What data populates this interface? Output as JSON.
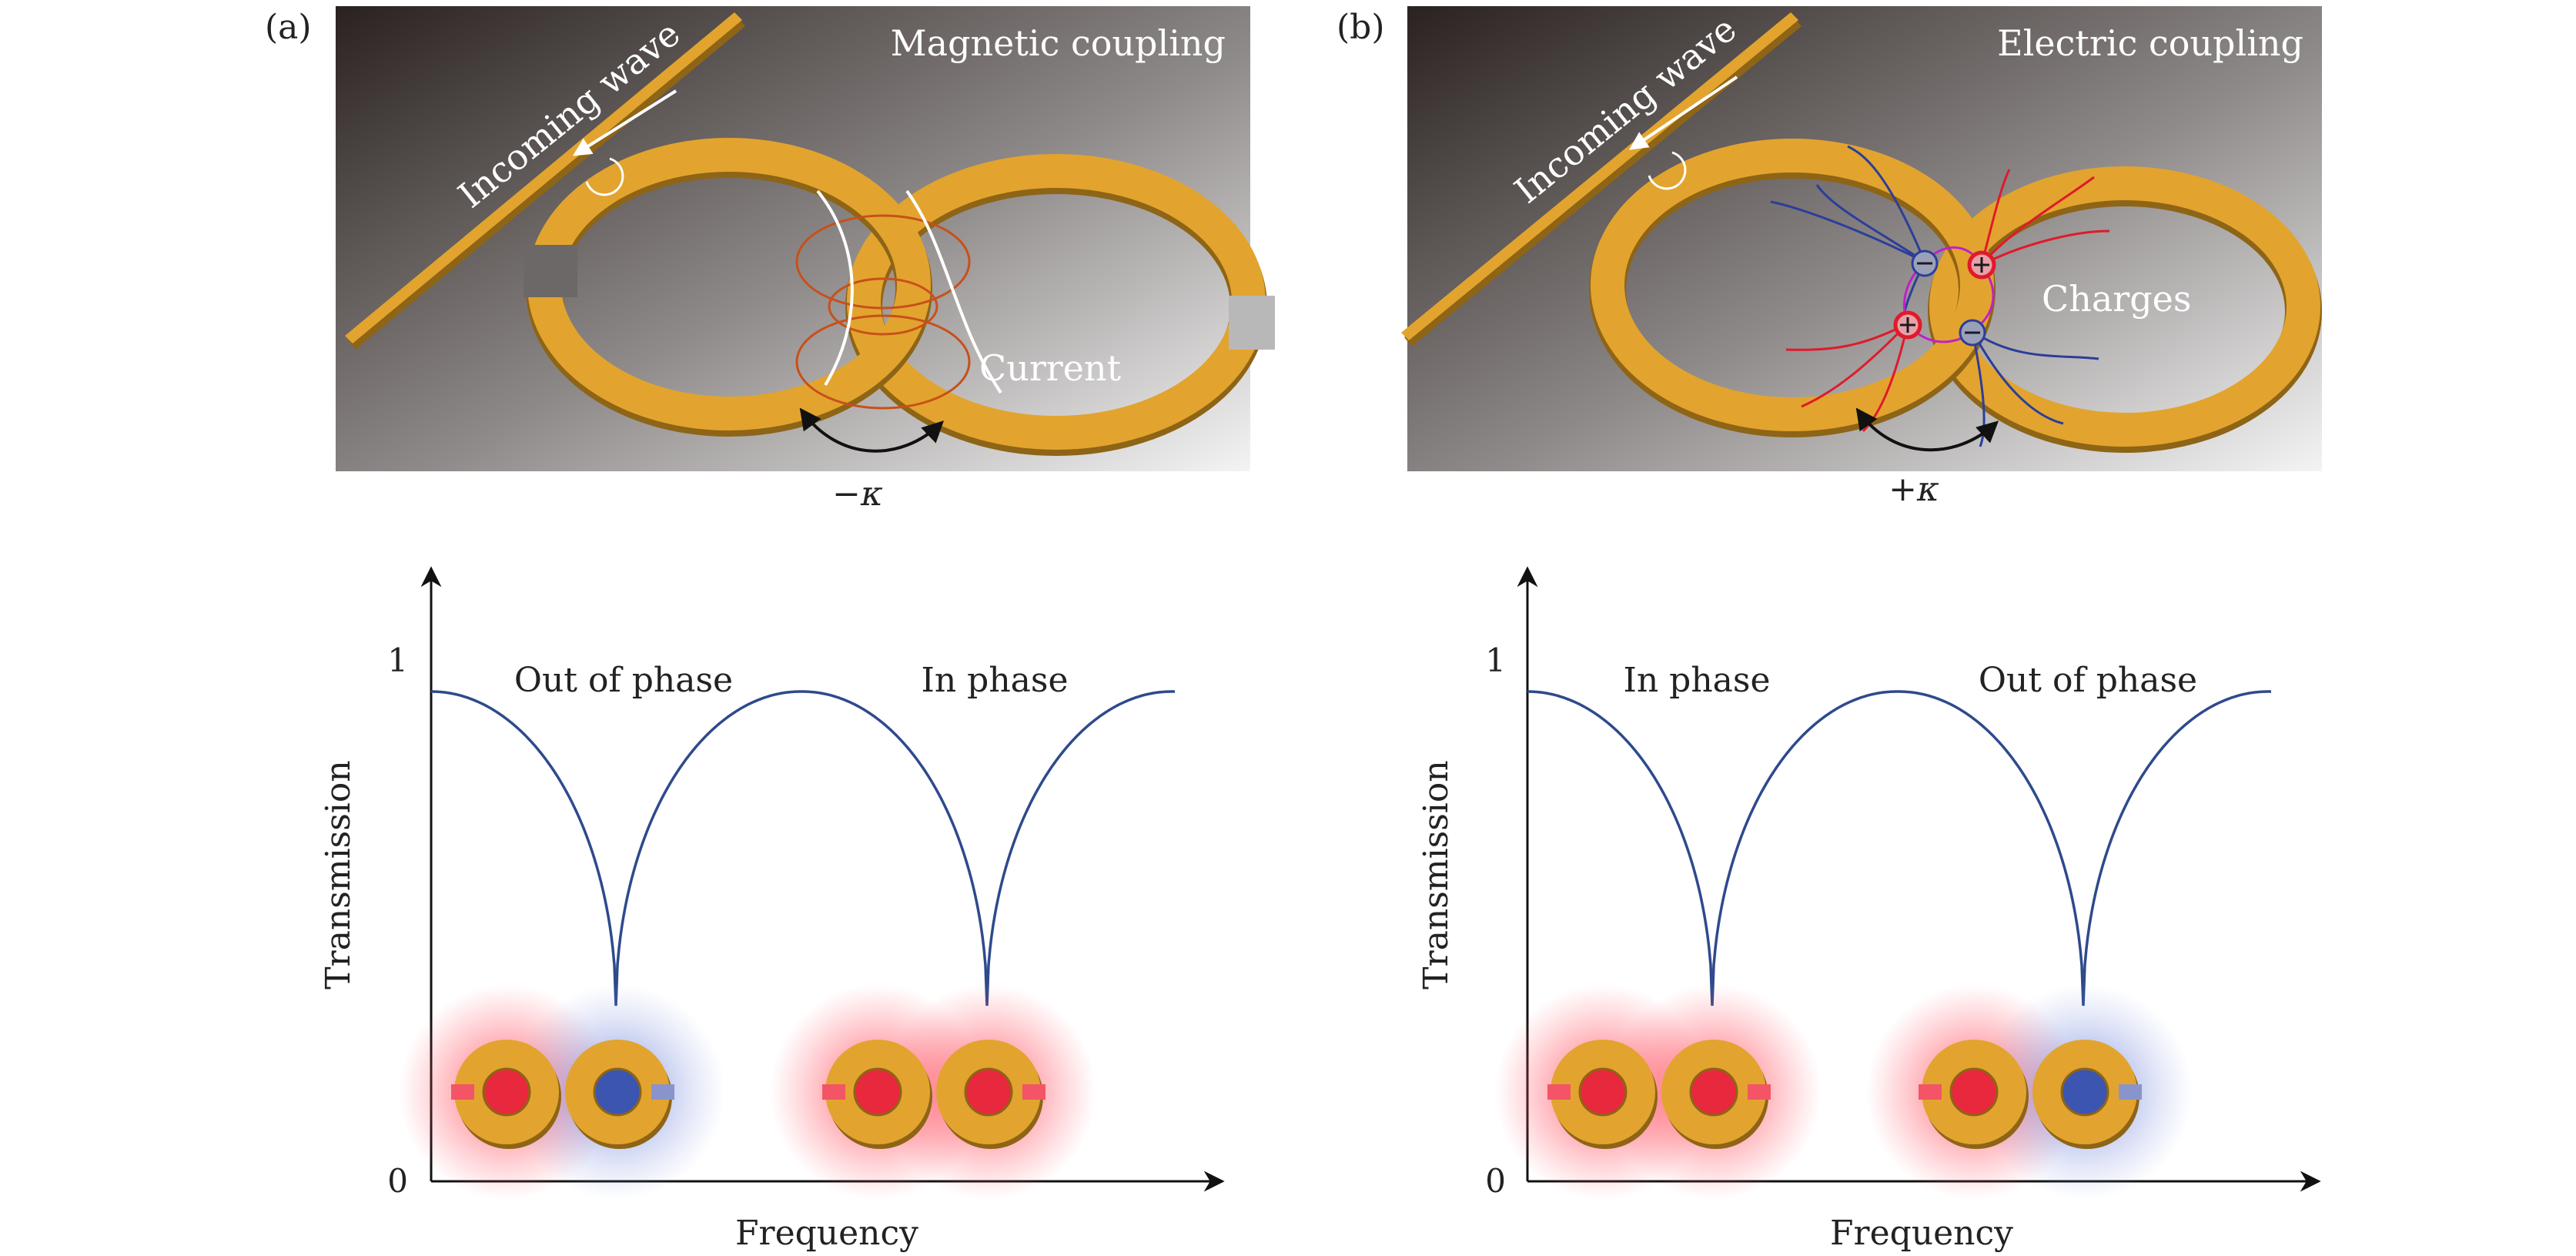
{
  "colors": {
    "gold": "#E2A42E",
    "gold_edge": "#8E6416",
    "curve": "#2E4A8C",
    "red_glow": "#E8283C",
    "blue_glow": "#3C55B0",
    "field_red": "#E01A2A",
    "field_blue": "#2C3E9A",
    "field_magenta": "#C020C8",
    "current_orange": "#C8501A"
  },
  "panels": [
    {
      "tag": "(a)",
      "coupling_title": "Magnetic coupling",
      "incoming_label": "Incoming wave",
      "extra_label": "Current",
      "kappa_label": "−κ",
      "dip_left_label": "Out of phase",
      "dip_right_label": "In phase",
      "pairs": [
        {
          "left": "red",
          "right": "blue"
        },
        {
          "left": "red",
          "right": "red"
        }
      ]
    },
    {
      "tag": "(b)",
      "coupling_title": "Electric coupling",
      "incoming_label": "Incoming wave",
      "extra_label": "Charges",
      "kappa_label": "+κ",
      "dip_left_label": "In phase",
      "dip_right_label": "Out of phase",
      "pairs": [
        {
          "left": "red",
          "right": "red"
        },
        {
          "left": "red",
          "right": "blue"
        }
      ]
    }
  ],
  "axes": {
    "ylabel": "Transmission",
    "xlabel": "Frequency",
    "y_tick_top": "1",
    "y_tick_bottom": "0"
  }
}
